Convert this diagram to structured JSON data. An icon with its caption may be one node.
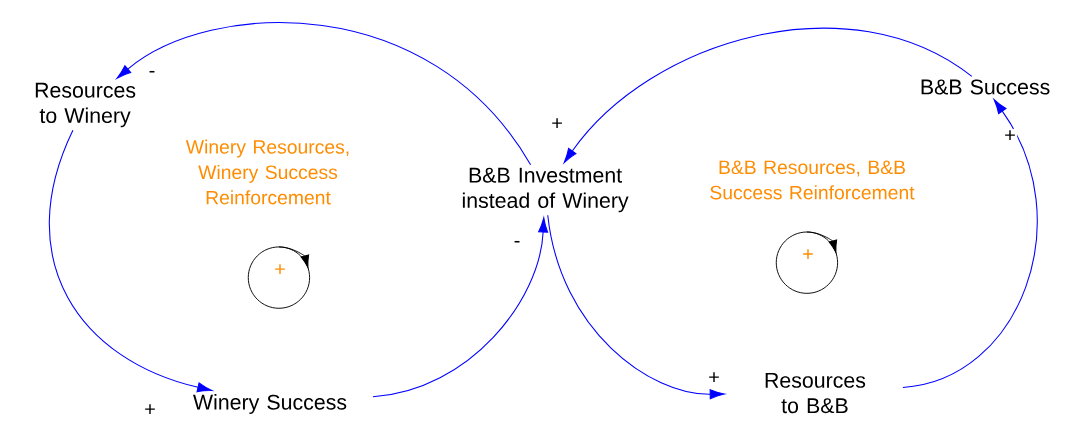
{
  "diagram": {
    "nodes": [
      {
        "text": [
          "Resources to Winery"
        ]
      },
      {
        "text": [
          "B&B Investment instead of Winery"
        ]
      },
      {
        "text": [
          "Winery Success"
        ]
      },
      {
        "text": [
          "B&B Success"
        ]
      },
      {
        "text": [
          "Resources to B&B"
        ]
      }
    ],
    "edges": [
      {
        "from": 1,
        "to": 0,
        "arrow": "to",
        "label": "-"
      },
      {
        "from": 0,
        "to": 2,
        "arrow": "to",
        "label": "+"
      },
      {
        "from": 2,
        "to": 1,
        "arrow": "to",
        "label": "-"
      },
      {
        "from": 1,
        "to": 4,
        "arrow": "to",
        "label": "+"
      },
      {
        "from": 4,
        "to": 3,
        "arrow": "to",
        "label": "+"
      },
      {
        "from": 3,
        "to": 1,
        "arrow": "to",
        "label": "+"
      }
    ],
    "labels": [
      "Winery Resources, Winery Success Reinforcement",
      "+",
      "B&B Resources, B&B Success Reinforcement",
      "+"
    ]
  }
}
